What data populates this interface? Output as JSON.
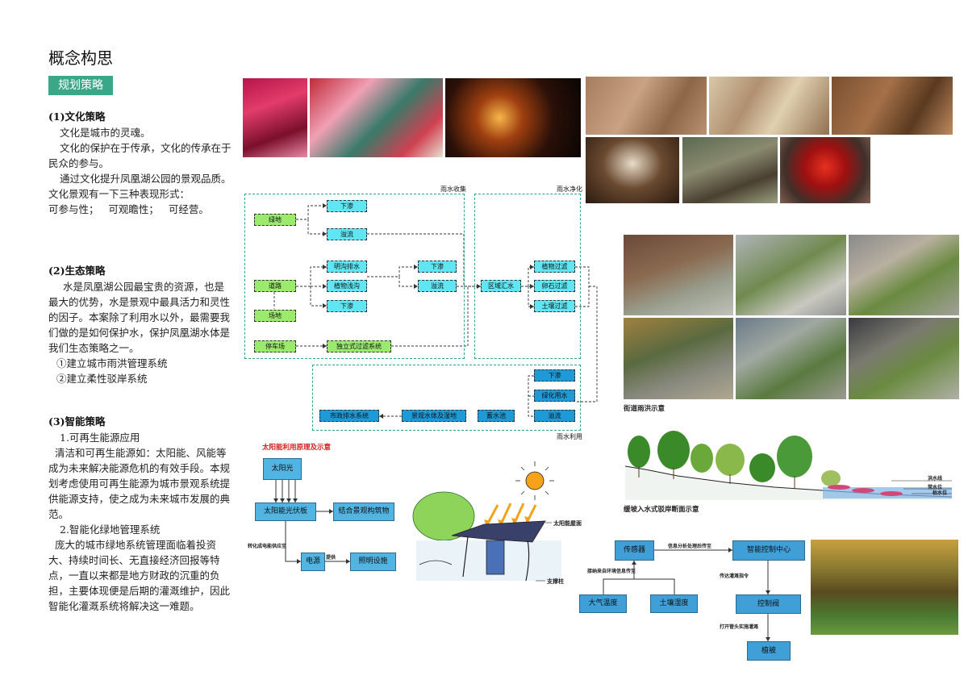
{
  "page": {
    "title": "概念构思",
    "badge": "规划策略"
  },
  "left": {
    "culture": {
      "heading": "(1)文化策略",
      "lines": [
        "文化是城市的灵魂。",
        "文化的保护在于传承，文化的传承在于民众的参与。",
        "通过文化提升凤凰湖公园的景观品质。",
        "文化景观有一下三种表现形式：",
        "可参与性；   可观瞻性；   可经营。"
      ]
    },
    "ecology": {
      "heading": "(2)生态策略",
      "para": "水是凤凰湖公园最宝贵的资源，也是最大的优势，水是景观中最具活力和灵性的因子。本案除了利用水以外，最需要我们做的是如何保护水，保护凤凰湖水体是我们生态策略之一。",
      "items": [
        "①建立城市雨洪管理系统",
        "②建立柔性驳岸系统"
      ]
    },
    "smart": {
      "heading": "(3)智能策略",
      "sub1": "1.可再生能源应用",
      "para1": "清洁和可再生能源如：太阳能、风能等成为未来解决能源危机的有效手段。本规划考虑使用可再生能源为城市景观系统提供能源支持，使之成为未来城市发展的典范。",
      "sub2": "2.智能化绿地管理系统",
      "para2": "庞大的城市绿地系统管理面临着投资大、持续时间长、无直接经济回报等特点，一直以来都是地方财政的沉重的负担，主要体现便是后期的灌溉维护，因此智能化灌溉系统将解决这一难题。"
    }
  },
  "water": {
    "group_labels": {
      "collect": "雨水收集",
      "purify": "雨水净化",
      "reuse": "雨水利用"
    },
    "nodes": {
      "greenland": "绿地",
      "infiltrate1": "下渗",
      "overflow1": "溢流",
      "road": "道路",
      "ditch": "明沟排水",
      "plant_ditch": "植物浅沟",
      "infiltrate2": "下渗",
      "infiltrate3": "下渗",
      "overflow2": "溢流",
      "square": "场地",
      "parking": "停车场",
      "filter_sys": "独立式过滤系统",
      "collect_area": "区域汇水",
      "plant_filter": "植物过滤",
      "gravel_filter": "卵石过滤",
      "soil_filter": "土壤过滤",
      "infiltrate4": "下渗",
      "green_use": "绿化用水",
      "overflow3": "溢流",
      "municipal": "市政排水系统",
      "landscape_water": "景观水体及湿地",
      "storage": "蓄水池"
    }
  },
  "solar": {
    "caption": "太阳能利用原理及示意",
    "sun": "太阳光",
    "panel": "太阳能光伏板",
    "combine": "结合景观构筑物",
    "power": "电源",
    "lighting": "照明设施",
    "note1": "转化成电能供应至",
    "note2": "提供",
    "roof": "太阳能屋面",
    "column": "支撑柱"
  },
  "irrigation": {
    "sensor": "传感器",
    "center": "智能控制中心",
    "air": "大气温度",
    "soil": "土壤湿度",
    "valve": "控制阀",
    "plant": "植被",
    "note1": "信息分析处理后传至",
    "note2": "接纳来自环境信息传至",
    "note3": "传达灌溉指令",
    "note4": "打开管头实施灌溉"
  },
  "captions": {
    "street": "街道雨洪示意",
    "bank": "缓坡入水式驳岸断面示意"
  },
  "section": {
    "flood": "洪水线",
    "normal": "常水位",
    "low": "枯水位"
  },
  "colors": {
    "badge": "#3aa789",
    "green_node": "#9bea6e",
    "cyan_node": "#5fe6f2",
    "blue_node": "#1e9ad8",
    "group_border": "#2aa58c"
  }
}
